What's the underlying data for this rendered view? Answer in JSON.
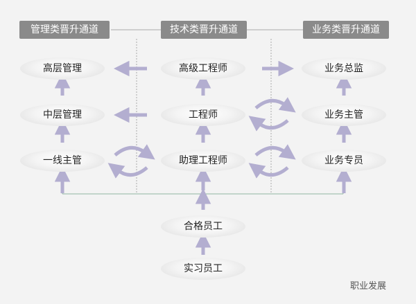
{
  "tracks": {
    "management": "管理类晋升通道",
    "technical": "技术类晋升通道",
    "business": "业务类晋升通道"
  },
  "nodes": {
    "mgmt_senior": "高层管理",
    "mgmt_middle": "中层管理",
    "mgmt_frontline": "一线主管",
    "tech_senior_engineer": "高级工程师",
    "tech_engineer": "工程师",
    "tech_assistant_engineer": "助理工程师",
    "biz_director": "业务总监",
    "biz_supervisor": "业务主管",
    "biz_specialist": "业务专员",
    "qualified_employee": "合格员工",
    "intern": "实习员工"
  },
  "footer": {
    "label": "职业发展"
  },
  "colors": {
    "arrow": "#b3aed0",
    "connector": "#8fb6a2",
    "divider": "#a8a8a8",
    "header_bg": "#8a8a8a"
  }
}
